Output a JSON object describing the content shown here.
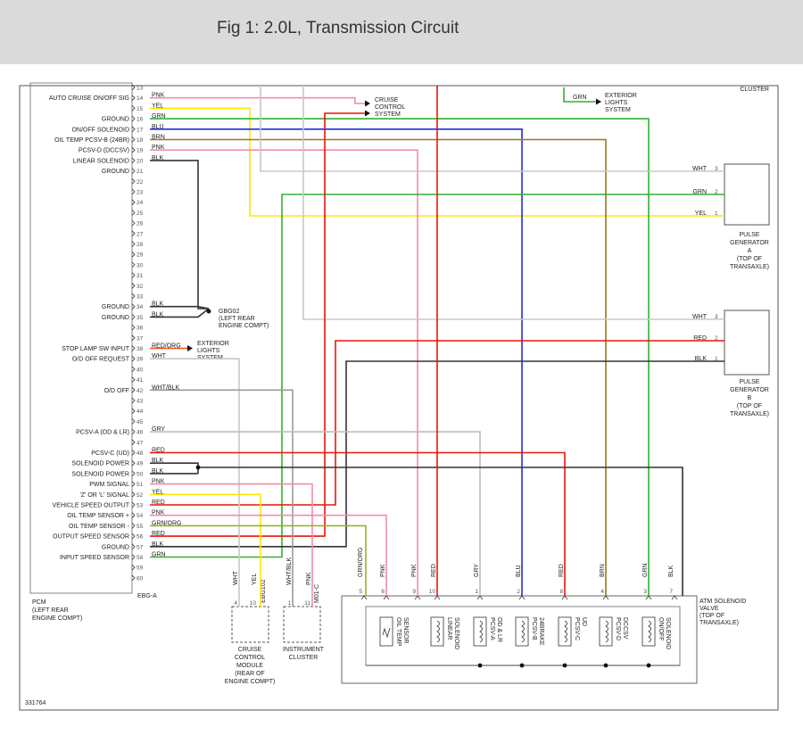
{
  "title": "Fig 1: 2.0L, Transmission Circuit",
  "diagram_number": "331764",
  "top_right_label": "CLUSTER",
  "colors": {
    "PNK": "#f08cb0",
    "YEL": "#ffe800",
    "GRN": "#33b033",
    "BLU": "#1f2fe0",
    "BRN": "#9a7520",
    "BLK": "#333333",
    "RED": "#e8140c",
    "WHT": "#c8c8c8",
    "GRY": "#bdbdbd",
    "GRN/ORG": "#99b030",
    "RED/ORG": "#f05010",
    "WHT/BLK": "#9a9a9a"
  },
  "pcm": {
    "label_lines": [
      "PCM",
      "(LEFT REAR",
      "ENGINE COMPT)"
    ],
    "connector": "EBG-A",
    "pins": [
      {
        "n": "13",
        "sig": "",
        "wire": ""
      },
      {
        "n": "14",
        "sig": "AUTO CRUISE ON/OFF SIG",
        "wire": "PNK"
      },
      {
        "n": "15",
        "sig": "",
        "wire": "YEL"
      },
      {
        "n": "16",
        "sig": "GROUND",
        "wire": "GRN"
      },
      {
        "n": "17",
        "sig": "ON/OFF SOLENOID",
        "wire": "BLU"
      },
      {
        "n": "18",
        "sig": "OIL TEMP PCSV-B (24BR)",
        "wire": "BRN"
      },
      {
        "n": "19",
        "sig": "PCSV-D (DCCSV)",
        "wire": "PNK"
      },
      {
        "n": "20",
        "sig": "LINEAR SOLENOID",
        "wire": "BLK"
      },
      {
        "n": "21",
        "sig": "GROUND",
        "wire": ""
      },
      {
        "n": "22",
        "sig": "",
        "wire": ""
      },
      {
        "n": "23",
        "sig": "",
        "wire": ""
      },
      {
        "n": "24",
        "sig": "",
        "wire": ""
      },
      {
        "n": "25",
        "sig": "",
        "wire": ""
      },
      {
        "n": "26",
        "sig": "",
        "wire": ""
      },
      {
        "n": "27",
        "sig": "",
        "wire": ""
      },
      {
        "n": "28",
        "sig": "",
        "wire": ""
      },
      {
        "n": "29",
        "sig": "",
        "wire": ""
      },
      {
        "n": "30",
        "sig": "",
        "wire": ""
      },
      {
        "n": "31",
        "sig": "",
        "wire": ""
      },
      {
        "n": "32",
        "sig": "",
        "wire": ""
      },
      {
        "n": "33",
        "sig": "",
        "wire": ""
      },
      {
        "n": "34",
        "sig": "GROUND",
        "wire": "BLK"
      },
      {
        "n": "35",
        "sig": "GROUND",
        "wire": "BLK"
      },
      {
        "n": "36",
        "sig": "",
        "wire": ""
      },
      {
        "n": "37",
        "sig": "",
        "wire": ""
      },
      {
        "n": "38",
        "sig": "STOP LAMP SW INPUT",
        "wire": "RED/ORG"
      },
      {
        "n": "39",
        "sig": "O/D OFF REQUEST",
        "wire": "WHT"
      },
      {
        "n": "40",
        "sig": "",
        "wire": ""
      },
      {
        "n": "41",
        "sig": "",
        "wire": ""
      },
      {
        "n": "42",
        "sig": "O/D OFF",
        "wire": "WHT/BLK"
      },
      {
        "n": "43",
        "sig": "",
        "wire": ""
      },
      {
        "n": "44",
        "sig": "",
        "wire": ""
      },
      {
        "n": "45",
        "sig": "",
        "wire": ""
      },
      {
        "n": "46",
        "sig": "PCSV-A (OD & LR)",
        "wire": "GRY"
      },
      {
        "n": "47",
        "sig": "",
        "wire": ""
      },
      {
        "n": "48",
        "sig": "PCSV-C (UD)",
        "wire": "RED"
      },
      {
        "n": "49",
        "sig": "SOLENOID POWER",
        "wire": "BLK"
      },
      {
        "n": "50",
        "sig": "SOLENOID POWER",
        "wire": "BLK"
      },
      {
        "n": "51",
        "sig": "PWM SIGNAL",
        "wire": "PNK"
      },
      {
        "n": "52",
        "sig": "'Z' OR 'L' SIGNAL",
        "wire": "YEL"
      },
      {
        "n": "53",
        "sig": "VEHICLE SPEED OUTPUT",
        "wire": "RED"
      },
      {
        "n": "54",
        "sig": "OIL TEMP SENSOR +",
        "wire": "PNK"
      },
      {
        "n": "55",
        "sig": "OIL TEMP SENSOR -",
        "wire": "GRN/ORG"
      },
      {
        "n": "56",
        "sig": "OUTPUT SPEED SENSOR",
        "wire": "RED"
      },
      {
        "n": "57",
        "sig": "GROUND",
        "wire": "BLK"
      },
      {
        "n": "58",
        "sig": "INPUT SPEED SENSOR",
        "wire": "GRN"
      },
      {
        "n": "59",
        "sig": "",
        "wire": ""
      },
      {
        "n": "60",
        "sig": "",
        "wire": ""
      }
    ]
  },
  "cruise_control_system": [
    "CRUISE",
    "CONTROL",
    "SYSTEM"
  ],
  "exterior_lights_top": {
    "wire": "GRN",
    "lines": [
      "EXTERIOR",
      "LIGHTS",
      "SYSTEM"
    ]
  },
  "exterior_lights_mid": [
    "EXTERIOR",
    "LIGHTS",
    "SYSTEM"
  ],
  "ground_point": [
    "GBG02",
    "(LEFT REAR",
    "ENGINE COMPT)"
  ],
  "pulse_gen_a": {
    "lines": [
      "PULSE",
      "GENERATOR",
      "A",
      "(TOP OF",
      "TRANSAXLE)"
    ],
    "pins": [
      {
        "n": "3",
        "wire": "WHT"
      },
      {
        "n": "2",
        "wire": "GRN"
      },
      {
        "n": "1",
        "wire": "YEL"
      }
    ]
  },
  "pulse_gen_b": {
    "lines": [
      "PULSE",
      "GENERATOR",
      "B",
      "(TOP OF",
      "TRANSAXLE)"
    ],
    "pins": [
      {
        "n": "3",
        "wire": "WHT"
      },
      {
        "n": "2",
        "wire": "RED"
      },
      {
        "n": "1",
        "wire": "BLK"
      }
    ]
  },
  "cruise_module": {
    "lines": [
      "CRUISE",
      "CONTROL",
      "MODULE",
      "(REAR OF",
      "ENGINE COMPT)"
    ],
    "connector": "EBG102",
    "pins": [
      {
        "n": "4",
        "wire": "WHT"
      },
      {
        "n": "10",
        "wire": "YEL"
      }
    ]
  },
  "instrument_cluster": {
    "lines": [
      "INSTRUMENT",
      "CLUSTER"
    ],
    "connector": "M01-C",
    "pins": [
      {
        "n": "1",
        "wire": "WHT/BLK"
      },
      {
        "n": "11",
        "wire": "PNK"
      }
    ]
  },
  "atm": {
    "lines": [
      "ATM SOLENOID",
      "VALVE",
      "(TOP OF",
      "TRANSAXLE)"
    ],
    "pins": [
      {
        "n": "5",
        "wire": "GRN/ORG"
      },
      {
        "n": "6",
        "wire": "PNK"
      },
      {
        "n": "9",
        "wire": "PNK"
      },
      {
        "n": "10",
        "wire": "RED"
      },
      {
        "n": "1",
        "wire": "GRY"
      },
      {
        "n": "2",
        "wire": "BLU"
      },
      {
        "n": "8",
        "wire": "RED"
      },
      {
        "n": "4",
        "wire": "BRN"
      },
      {
        "n": "3",
        "wire": "GRN"
      },
      {
        "n": "7",
        "wire": "BLK"
      }
    ],
    "components": [
      {
        "name": "OIL TEMP SENSOR",
        "lines": [
          "OIL TEMP",
          "SENSOR"
        ]
      },
      {
        "name": "LINEAR SOLENOID",
        "lines": [
          "LINEAR",
          "SOLENOID"
        ]
      },
      {
        "name": "PCSV-A OD & LR",
        "lines": [
          "PCSV-A",
          "OD & LR"
        ]
      },
      {
        "name": "PCSV-B 24BRAKE",
        "lines": [
          "PCSV-B",
          "24BRAKE"
        ]
      },
      {
        "name": "PCSV-C UD",
        "lines": [
          "PCSV-C",
          "UD"
        ]
      },
      {
        "name": "PCSV-D DCCSV",
        "lines": [
          "PCSV-D",
          "DCCSV"
        ]
      },
      {
        "name": "ON/OFF SOLENOID",
        "lines": [
          "ON/OFF",
          "SOLENOID"
        ]
      }
    ]
  }
}
